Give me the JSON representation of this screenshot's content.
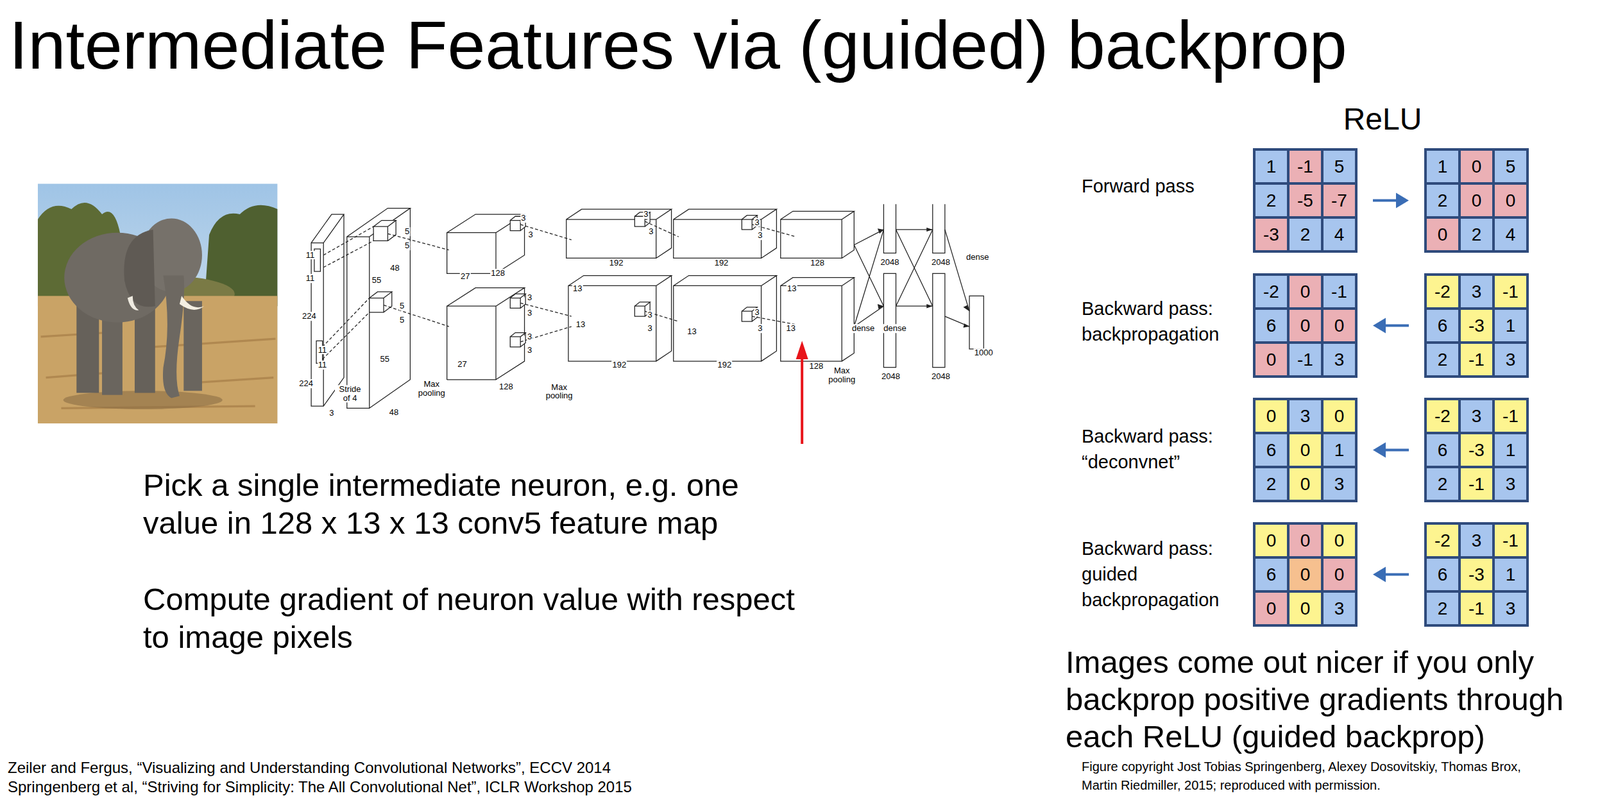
{
  "diagram": {
    "title": "Intermediate Features via (guided) backprop",
    "nodes": [
      {
        "text": [
          "1",
          "-1",
          "5",
          "2",
          "-5",
          "-7",
          "-3",
          "2",
          "4"
        ]
      },
      {
        "text": [
          "1",
          "0",
          "5",
          "2",
          "0",
          "0",
          "0",
          "2",
          "4"
        ]
      },
      {
        "text": [
          "-2",
          "0",
          "-1",
          "6",
          "0",
          "0",
          "0",
          "-1",
          "3"
        ]
      },
      {
        "text": [
          "-2",
          "3",
          "-1",
          "6",
          "-3",
          "1",
          "2",
          "-1",
          "3"
        ]
      },
      {
        "text": [
          "0",
          "3",
          "0",
          "6",
          "0",
          "1",
          "2",
          "0",
          "3"
        ]
      },
      {
        "text": [
          "-2",
          "3",
          "-1",
          "6",
          "-3",
          "1",
          "2",
          "-1",
          "3"
        ]
      },
      {
        "text": [
          "0",
          "0",
          "0",
          "6",
          "0",
          "0",
          "0",
          "0",
          "3"
        ]
      },
      {
        "text": [
          "-2",
          "3",
          "-1",
          "6",
          "-3",
          "1",
          "2",
          "-1",
          "3"
        ]
      }
    ],
    "edges": [
      {
        "from": 0,
        "to": 1,
        "arrow": "to"
      },
      {
        "from": 3,
        "to": 2,
        "arrow": "to"
      },
      {
        "from": 5,
        "to": 4,
        "arrow": "to"
      },
      {
        "from": 7,
        "to": 6,
        "arrow": "to"
      }
    ],
    "labels": [
      "11",
      "11",
      "224",
      "11",
      "11",
      "224",
      "Stride of 4",
      "3",
      "55",
      "48",
      "5",
      "5",
      "5",
      "5",
      "55",
      "48",
      "Max pooling",
      "27",
      "128",
      "3",
      "3",
      "3",
      "3",
      "27",
      "3",
      "3",
      "128",
      "Max pooling",
      "13",
      "192",
      "3",
      "3",
      "13",
      "3",
      "3",
      "192",
      "13",
      "192",
      "3",
      "3",
      "3",
      "3",
      "192",
      "13",
      "128",
      "13",
      "128",
      "Max pooling",
      "dense",
      "dense",
      "2048",
      "2048",
      "2048",
      "2048",
      "dense",
      "1000",
      "Pick a single intermediate neuron, e.g. one value in 128 x 13 x 13 conv5 feature map",
      "Compute gradient of neuron value with respect to image pixels",
      "Zeiler and Fergus, “Visualizing and Understanding Convolutional Networks”, ECCV 2014",
      "Springenberg et al, “Striving for Simplicity: The All Convolutional Net”, ICLR Workshop 2015",
      "ReLU",
      "Forward pass",
      "Backward pass: backpropagation",
      "Backward pass: “deconvnet”",
      "Backward pass: guided backpropagation",
      "Images come out nicer if you only backprop positive gradients through each ReLU (guided backprop)",
      "Figure copyright Jost Tobias Springenberg, Alexey Dosovitskiy, Thomas Brox, Martin Riedmiller, 2015; reproduced with permission."
    ]
  }
}
